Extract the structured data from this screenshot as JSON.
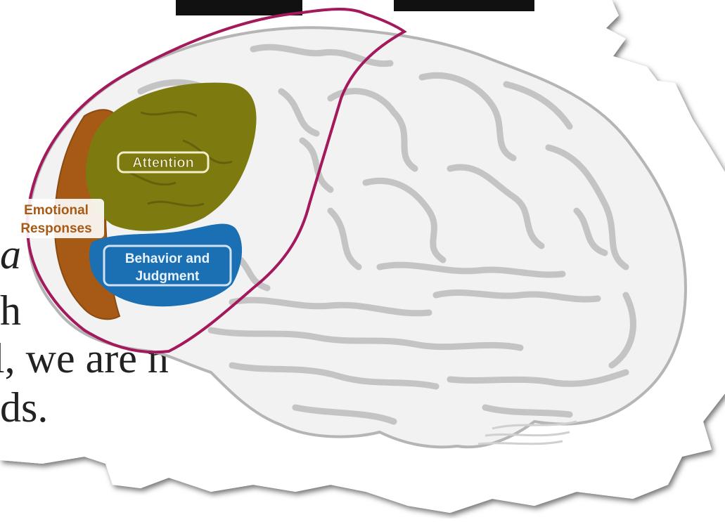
{
  "background_text": {
    "fragment_1": "a",
    "fragment_2": "h",
    "fragment_3": "l, we are n",
    "fragment_4": "ds."
  },
  "brain": {
    "regions": {
      "attention": "Attention",
      "emotional_line1": "Emotional",
      "emotional_line2": "Responses",
      "behavior_line1": "Behavior and",
      "behavior_line2": "Judgment"
    },
    "colors": {
      "attention": "#7d7a10",
      "emotional": "#a65a16",
      "behavior": "#1b6fb3",
      "outline": "#a3195b",
      "brain_fill": "#f2f2f2",
      "gyri": "#c9c9c9"
    }
  }
}
